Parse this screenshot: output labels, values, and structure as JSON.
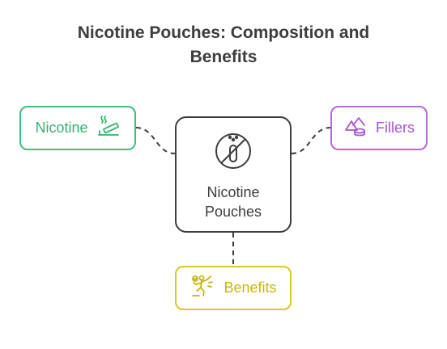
{
  "title": {
    "line1": "Nicotine Pouches: Composition and",
    "line2": "Benefits"
  },
  "center": {
    "line1": "Nicotine",
    "line2": "Pouches",
    "icon": "no-vaping-icon",
    "border_color": "#3d3d3d"
  },
  "nodes": {
    "nicotine": {
      "label": "Nicotine",
      "icon": "cigarette-icon",
      "color": "#3fbf7f"
    },
    "fillers": {
      "label": "Fillers",
      "icon": "shapes-icon",
      "color": "#b36ad6"
    },
    "benefits": {
      "label": "Benefits",
      "icon": "person-celebrating-icon",
      "color": "#d6c92a"
    }
  }
}
